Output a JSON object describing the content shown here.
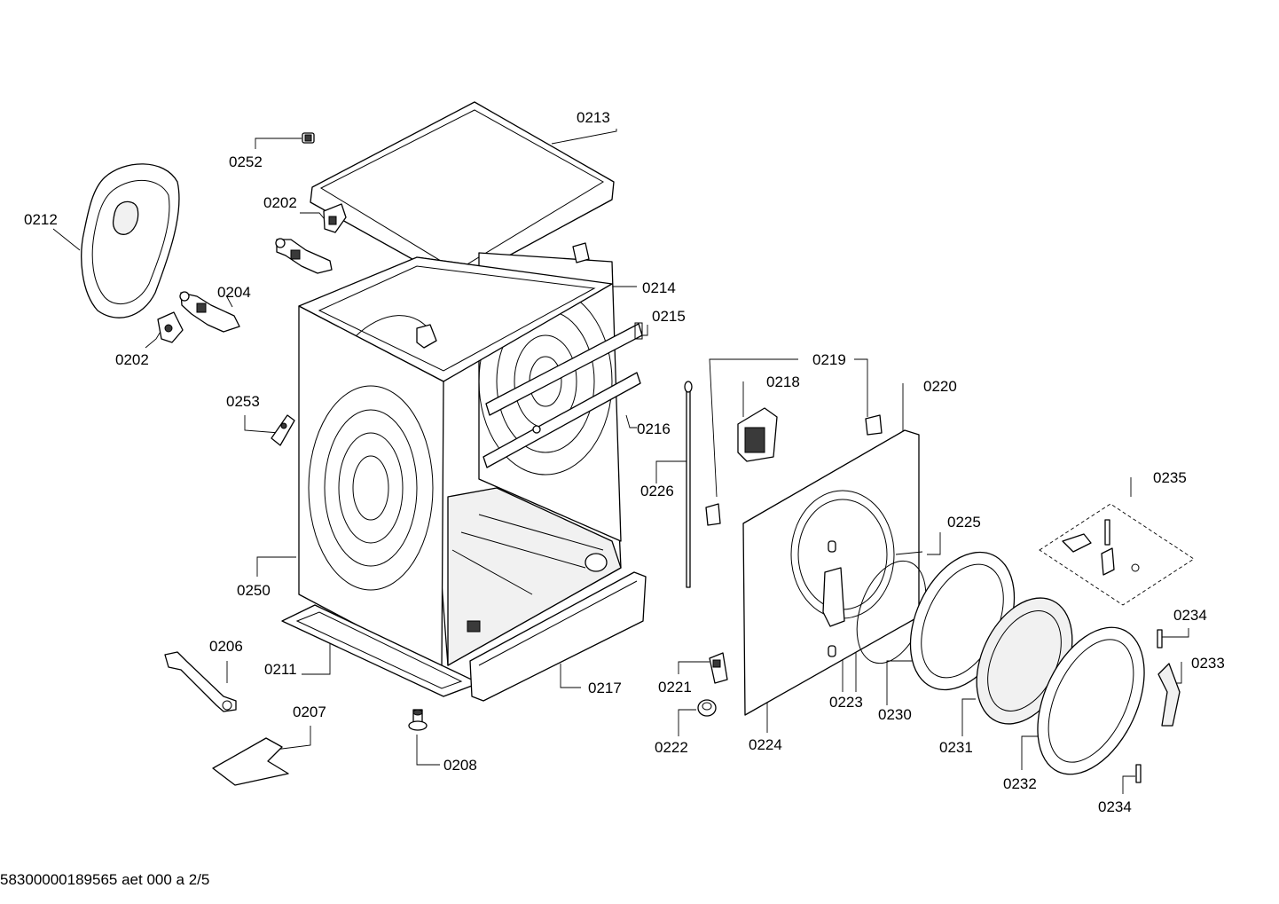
{
  "callouts": {
    "c0252": "0252",
    "c0213": "0213",
    "c0212": "0212",
    "c0202a": "0202",
    "c0202b": "0202",
    "c0204": "0204",
    "c0214": "0214",
    "c0215": "0215",
    "c0253": "0253",
    "c0216": "0216",
    "c0250": "0250",
    "c0206": "0206",
    "c0211": "0211",
    "c0217": "0217",
    "c0207": "0207",
    "c0208": "0208",
    "c0219": "0219",
    "c0218": "0218",
    "c0220": "0220",
    "c0226": "0226",
    "c0235": "0235",
    "c0225": "0225",
    "c0234a": "0234",
    "c0233": "0233",
    "c0221": "0221",
    "c0223": "0223",
    "c0230": "0230",
    "c0222": "0222",
    "c0224": "0224",
    "c0231": "0231",
    "c0232": "0232",
    "c0234b": "0234"
  },
  "footer_text": "58300000189565 aet 000 a 2/5"
}
